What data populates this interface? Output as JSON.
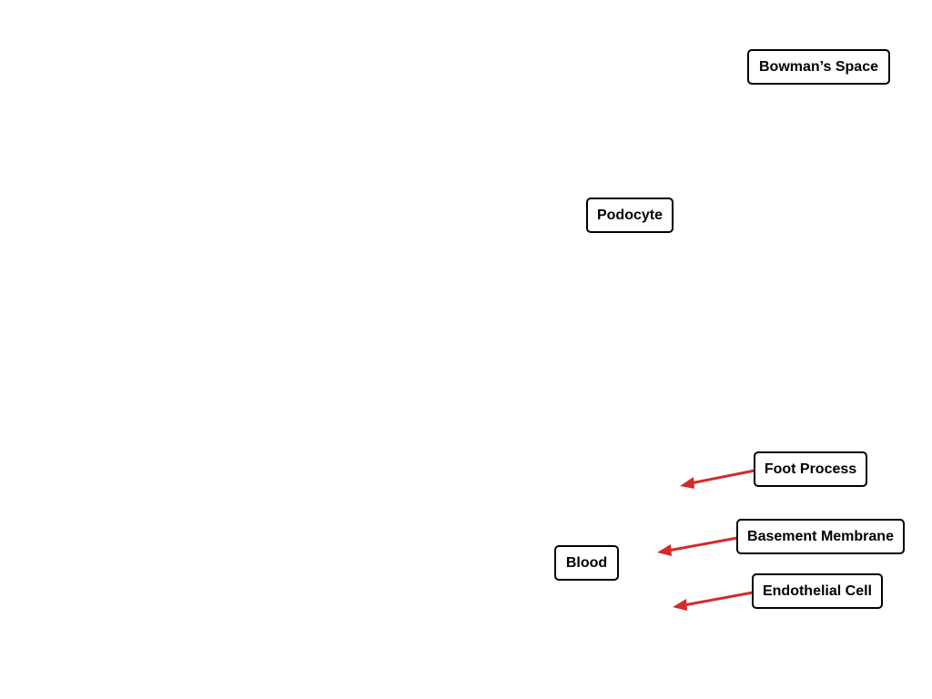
{
  "labels": {
    "bowmans_space": "Bowman’s Space",
    "podocyte": "Podocyte",
    "foot_process": "Foot Process",
    "basement_membrane": "Basement Membrane",
    "blood": "Blood",
    "endothelial_cell": "Endothelial Cell"
  },
  "colors": {
    "arrow": "#d42a2a",
    "box_border": "#000000",
    "background": "#ffffff"
  }
}
